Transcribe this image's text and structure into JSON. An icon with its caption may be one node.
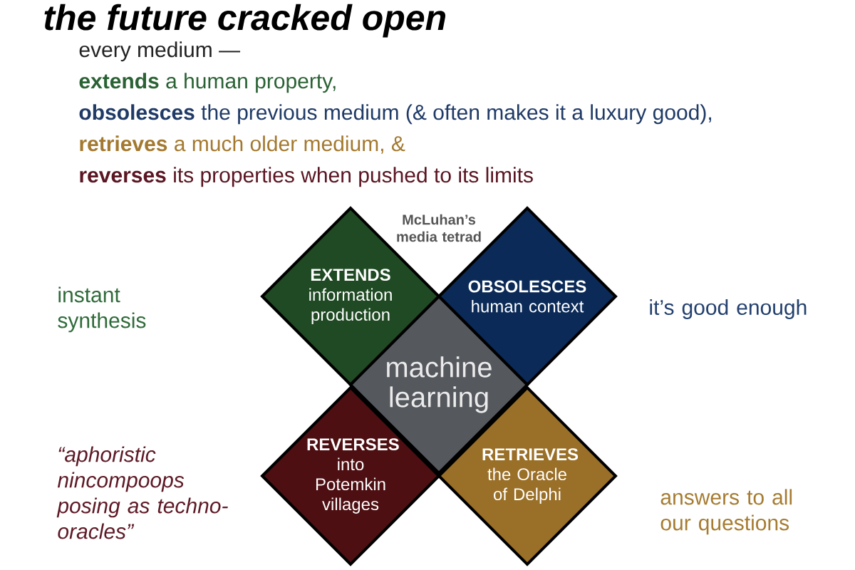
{
  "diagram": {
    "title": "the future cracked open",
    "nodes": [
      {
        "text": [
          "EXTENDS",
          "information production"
        ]
      },
      {
        "text": [
          "OBSOLESCES",
          "human context"
        ],
        "beside": [
          "it’s good enough"
        ]
      },
      {
        "text": [
          "machine learning"
        ]
      },
      {
        "text": [
          "REVERSES",
          "into Potemkin villages"
        ],
        "beside": [
          "“aphoristic nincompoops posing as techno-oracles”"
        ]
      },
      {
        "text": [
          "RETRIEVES",
          "the Oracle of Delphi"
        ],
        "beside": [
          "answers to all our questions"
        ]
      }
    ],
    "labels": [
      "every medium —",
      "**extends** a human property,",
      "**obsolesces** the previous medium (& often makes it a luxury good),",
      "**retrieves** a much older medium, &",
      "**reverses** its properties when pushed to its limits",
      "McLuhan’s media tetrad",
      "instant synthesis"
    ]
  }
}
